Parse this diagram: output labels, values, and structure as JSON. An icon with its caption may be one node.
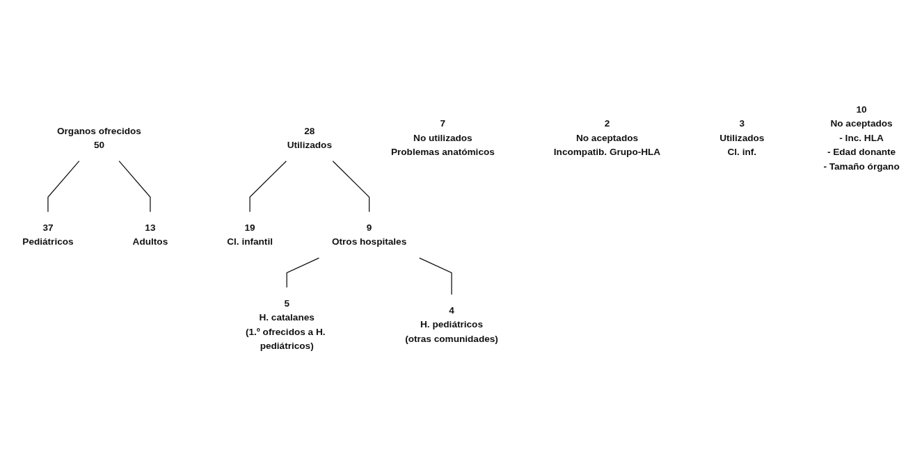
{
  "diagram": {
    "nodes": [
      {
        "text": [
          "Organos ofrecidos",
          "50"
        ]
      },
      {
        "text": [
          "37",
          "Pediátricos"
        ]
      },
      {
        "text": [
          "13",
          "Adultos"
        ]
      },
      {
        "text": [
          "28",
          "Utilizados"
        ]
      },
      {
        "text": [
          "7",
          "No utilizados",
          "Problemas anatómicos"
        ]
      },
      {
        "text": [
          "2",
          "No aceptados",
          "Incompatib. Grupo-HLA"
        ]
      },
      {
        "text": [
          "3",
          "Utilizados",
          "Cl. inf."
        ]
      },
      {
        "text": [
          "10",
          "No aceptados",
          "- Inc. HLA",
          "- Edad donante",
          "- Tamaño órgano"
        ]
      },
      {
        "text": [
          "19",
          "Cl. infantil"
        ]
      },
      {
        "text": [
          "9",
          "Otros hospitales"
        ]
      },
      {
        "text": [
          "5",
          "H. catalanes",
          "(1.º ofrecidos a H. pediátricos)"
        ]
      },
      {
        "text": [
          "4",
          "H. pediátricos",
          "(otras comunidades)"
        ]
      }
    ],
    "edges": [
      {
        "from": 0,
        "to": 1,
        "arrow": "none"
      },
      {
        "from": 0,
        "to": 2,
        "arrow": "none"
      },
      {
        "from": 3,
        "to": 8,
        "arrow": "none"
      },
      {
        "from": 3,
        "to": 9,
        "arrow": "none"
      },
      {
        "from": 9,
        "to": 10,
        "arrow": "none"
      },
      {
        "from": 9,
        "to": 11,
        "arrow": "none"
      }
    ]
  }
}
